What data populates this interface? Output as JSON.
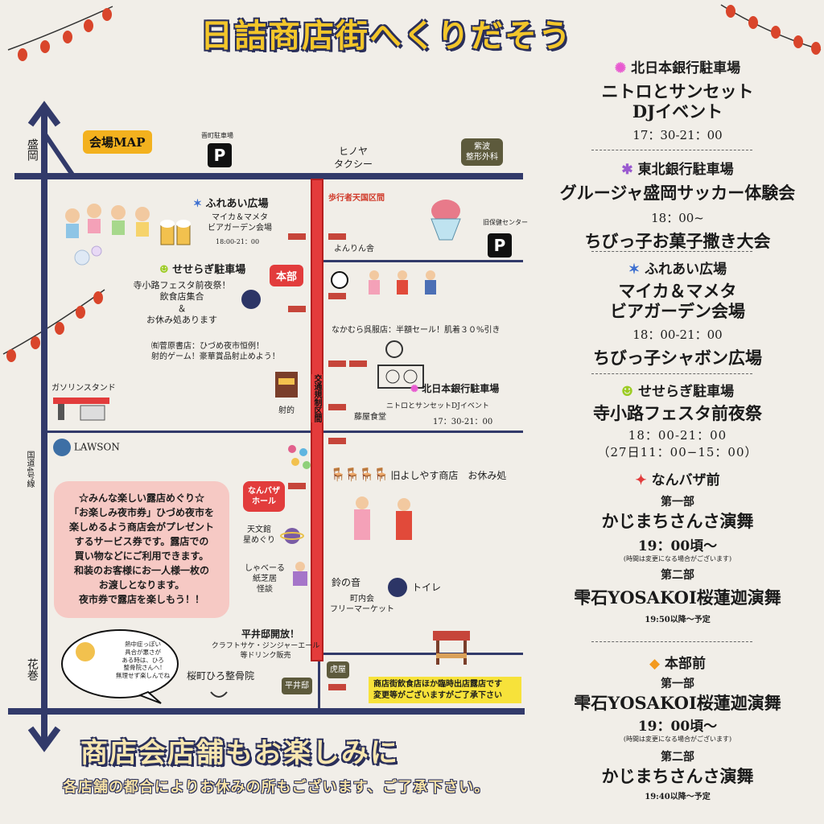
{
  "title": "日詰商店街へくりだそう",
  "map_label": "会場MAP",
  "left_road_top": "盛岡",
  "left_road_bottom": "花巻",
  "route4": "国道4号線",
  "places": {
    "sumimachi_parking": "晋町駐車場",
    "hinoya_taxi": "ヒノヤ\nタクシー",
    "shiba_clinic": "紫波\n整形外科",
    "pedestrian_zone": "歩行者天国区間",
    "former_health_center": "旧保健センター",
    "yonrinsha": "よんりん舎",
    "fureai_title": "ふれあい広場",
    "fureai_detail": "マイカ＆マメタ\nビアガーデン会場",
    "fureai_time": "18:00-21：00",
    "seseragi_title": "せせらぎ駐車場",
    "seseragi_detail": "寺小路フェスタ前夜祭！\n飲食店集合\n＆\nお休み処あります",
    "honbu": "本部",
    "nakamura": "なかむら呉服店：半額セール！肌着３０%引き",
    "sugawara": "㈲菅原書店：ひづめ夜市恒例！\n射的ゲーム！豪華賞品射止めよう！",
    "gas_station": "ガソリンスタンド",
    "shateki": "射的",
    "traffic_zone": "交通規制区間",
    "kitanihon_title": "北日本銀行駐車場",
    "kitanihon_detail": "ニトロとサンセットDJイベント",
    "kitanihon_time": "17：30-21：00",
    "fujiya": "藤屋食堂",
    "lawson": "LAWSON",
    "yoshiyasu": "旧よしやす商店　お休み処",
    "nanbaza": "なんバザ\nホール",
    "tenmonkan": "天文館\n星めぐり",
    "shaberu": "しゃべーる\n紙芝居\n怪談",
    "suzunone": "鈴の音",
    "chonaikai": "町内会\nフリーマーケット",
    "toilet": "トイレ",
    "hiraitei_title": "平井邸開放！",
    "hiraitei_detail": "クラフトサケ・ジンジャーエール\n等ドリンク販売",
    "toraya": "虎屋",
    "hiraitei": "平井邸",
    "sakuramachi": "桜町ひろ整骨院",
    "bubble": "熱中症っぽい\n具合が悪さが\nある時は、ひろ\n整骨院さんへ!\n無理せず楽しんでね"
  },
  "info_box": "☆みんな楽しい露店めぐり☆\n「お楽しみ夜市券」ひづめ夜市を\n楽しめるよう商店会がプレゼント\nするサービス券です。露店での\n買い物などにご利用できます。\n和装のお客様にお一人様一枚の\nお渡しとなります。\n夜市券で露店を楽しもう！！",
  "yellow_note": "商店街飲食店ほか臨時出店露店です\n変更等がございますがご了承下さい",
  "bottom_title": "商店会店舗もお楽しみに",
  "bottom_note": "各店舗の都合によりお休みの所もございます、ご了承下さい。",
  "schedule": {
    "s1_venue": "北日本銀行駐車場",
    "s1_event": "ニトロとサンセット\nDJイベント",
    "s1_time": "17：30-21：00",
    "s2_venue": "東北銀行駐車場",
    "s2_event1": "グルージャ盛岡サッカー体験会",
    "s2_time": "18：00~",
    "s2_event2": "ちびっ子お菓子撒き大会",
    "s3_venue": "ふれあい広場",
    "s3_event": "マイカ＆マメタ\nビアガーデン会場",
    "s3_time": "18：00-21：00",
    "s3_event2": "ちびっ子シャボン広場",
    "s4_venue": "せせらぎ駐車場",
    "s4_event": "寺小路フェスタ前夜祭",
    "s4_time": "18：00-21：00\n（27日11：00−15：00）",
    "s5_venue": "なんバザ前",
    "s5_part1": "第一部",
    "s5_event1": "かじまちさんさ演舞",
    "s5_time1": "19：00頃〜",
    "s5_note": "(時間は変更になる場合がございます)",
    "s5_part2": "第二部",
    "s5_event2": "雫石YOSAKOI桜蓮迦演舞",
    "s5_time2": "19:50以降〜予定",
    "s6_venue": "本部前",
    "s6_part1": "第一部",
    "s6_event1": "雫石YOSAKOI桜蓮迦演舞",
    "s6_time1": "19：00頃〜",
    "s6_note": "(時間は変更になる場合がございます)",
    "s6_part2": "第二部",
    "s6_event2": "かじまちさんさ演舞",
    "s6_time2": "19:40以降〜予定"
  },
  "colors": {
    "road": "#323a6a",
    "red_road": "#e43b3b",
    "title_yellow": "#f3c62a",
    "pink_box": "#f6c9c4"
  }
}
